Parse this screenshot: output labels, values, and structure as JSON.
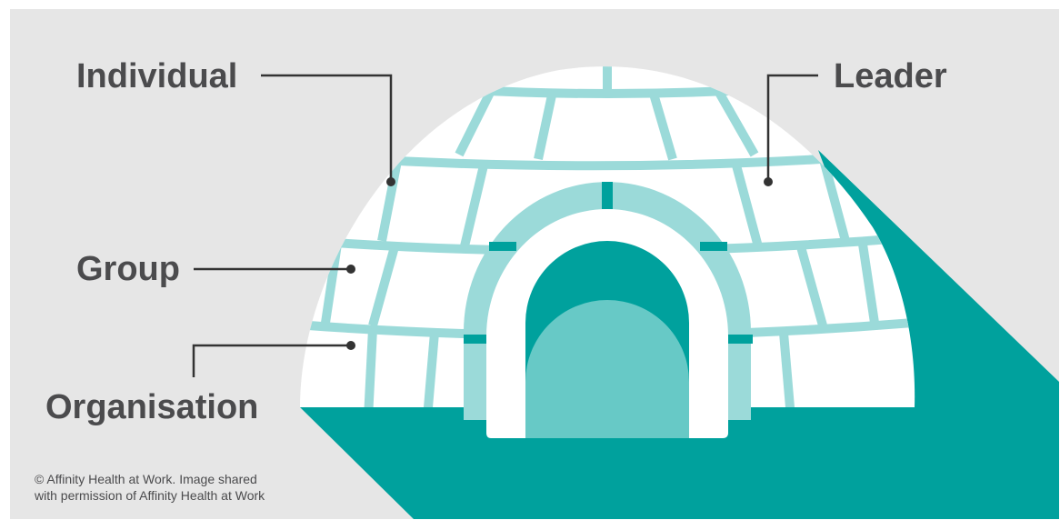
{
  "labels": {
    "individual": "Individual",
    "leader": "Leader",
    "group": "Group",
    "organisation": "Organisation"
  },
  "credit": {
    "line1": "© Affinity Health at Work. Image shared",
    "line2": "with permission of Affinity Health at Work"
  },
  "colors": {
    "background": "#e6e6e6",
    "teal": "#00a19d",
    "light_teal": "#9bdad9",
    "door_inner": "#67c9c6",
    "ice": "#ffffff",
    "text": "#4b4b4d"
  }
}
